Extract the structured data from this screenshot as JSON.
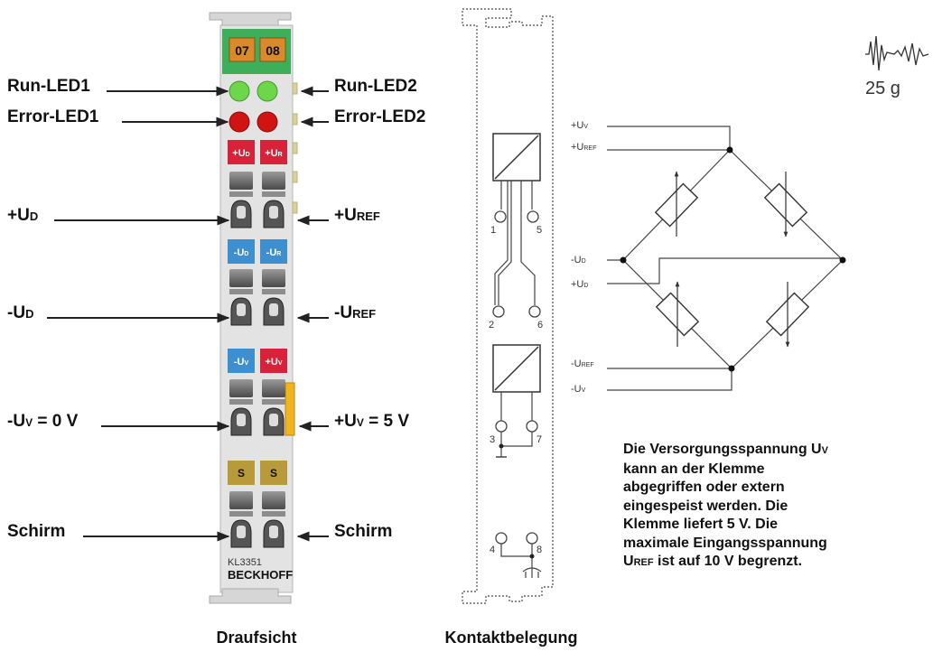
{
  "top_view": {
    "status_numbers": [
      "07",
      "08"
    ],
    "left_labels": {
      "run_led1": "Run-LED1",
      "error_led1": "Error-LED1",
      "ud_plus": {
        "main": "+U",
        "sub": "D"
      },
      "ud_minus": {
        "main": "-U",
        "sub": "D"
      },
      "uv_zero": {
        "pre": "-U",
        "sub": "V",
        "post": " = 0 V"
      },
      "schirm": "Schirm"
    },
    "right_labels": {
      "run_led2": "Run-LED2",
      "error_led2": "Error-LED2",
      "uref_plus": {
        "main": "+U",
        "sub": "REF"
      },
      "uref_minus": {
        "main": "-U",
        "sub": "REF"
      },
      "uv_five": {
        "pre": "+U",
        "sub": "V",
        "post": " = 5 V"
      },
      "schirm": "Schirm"
    },
    "terminal_tags": {
      "row1": [
        {
          "main": "+U",
          "sub": "D"
        },
        {
          "main": "+U",
          "sub": "R"
        }
      ],
      "row2": [
        {
          "main": "-U",
          "sub": "D"
        },
        {
          "main": "-U",
          "sub": "R"
        }
      ],
      "row3": [
        {
          "main": "-U",
          "sub": "V"
        },
        {
          "main": "+U",
          "sub": "V"
        }
      ],
      "row4": [
        "S",
        "S"
      ]
    },
    "model": "KL3351",
    "brand": "BECKHOFF",
    "caption": "Draufsicht"
  },
  "contacts": {
    "pin_numbers": [
      "1",
      "5",
      "2",
      "6",
      "3",
      "7",
      "4",
      "8"
    ],
    "caption": "Kontaktbelegung"
  },
  "bridge": {
    "uv_plus": {
      "main": "+U",
      "sub": "V"
    },
    "uref_plus": {
      "main": "+U",
      "sub": "REF"
    },
    "ud_minus": {
      "main": "-U",
      "sub": "D"
    },
    "ud_plus": {
      "main": "+U",
      "sub": "D"
    },
    "uref_minus": {
      "main": "-U",
      "sub": "REF"
    },
    "uv_minus": {
      "main": "-U",
      "sub": "V"
    }
  },
  "weight": "25 g",
  "note": {
    "l1": "Die Versorgungsspannung U",
    "l1_sub": "V",
    "l2": "kann an der Klemme",
    "l3": "abgegriffen oder extern",
    "l4": "eingespeist werden. Die",
    "l5": "Klemme liefert 5 V. Die",
    "l6": "maximale Eingangsspannung",
    "l7_sub": "REF",
    "l7_pre": "U",
    "l7": " ist auf 10 V begrenzt."
  },
  "colors": {
    "housing": "#e3e3e3",
    "green_head": "#3fae5a",
    "orange_status": "#d98a2b",
    "led_green": "#6ed64a",
    "led_red": "#d01414",
    "tag_red": "#d8223a",
    "tag_blue": "#3d8fd0",
    "tag_gold": "#b89a3a",
    "tab_yellow": "#f0b51e"
  }
}
